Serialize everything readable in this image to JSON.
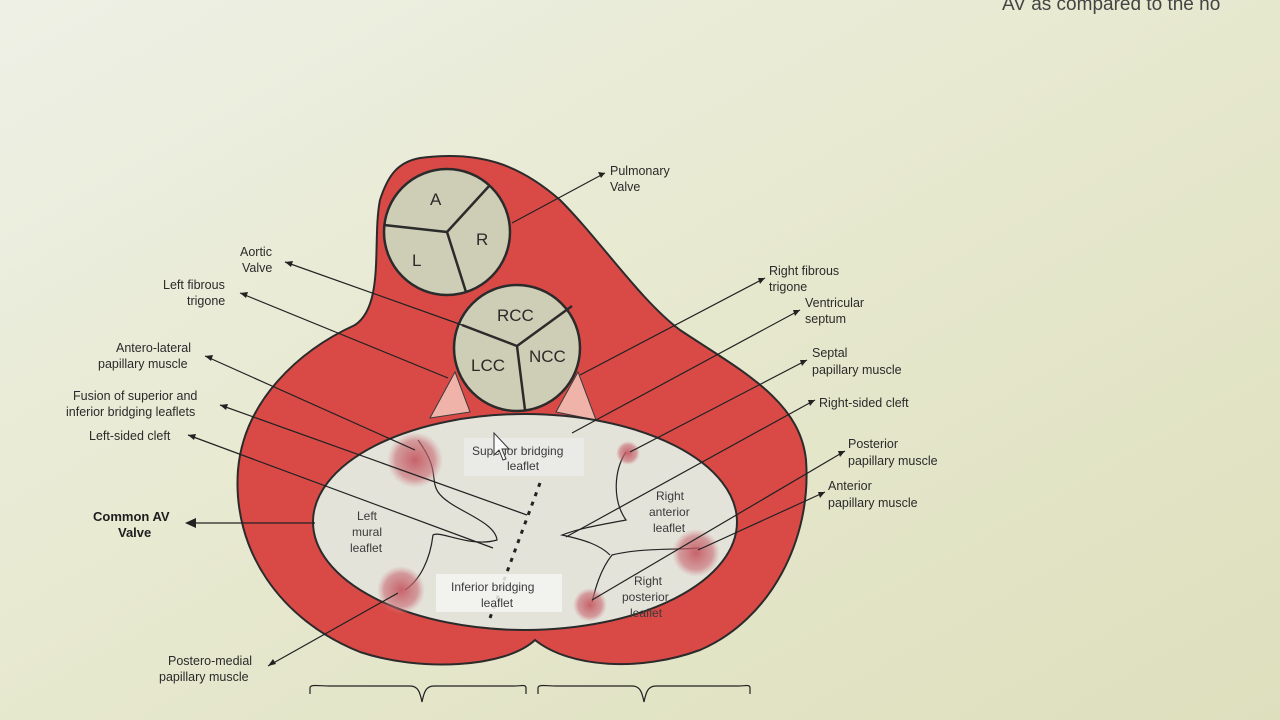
{
  "top_text": "AV as compared to the no",
  "valves": {
    "pulmonary_cusps": [
      "A",
      "R",
      "L"
    ],
    "aortic_cusps": [
      "RCC",
      "NCC",
      "LCC"
    ]
  },
  "inner_labels": {
    "superior_bridging": [
      "Superior bridging",
      "leaflet"
    ],
    "inferior_bridging": [
      "Inferior bridging",
      "leaflet"
    ],
    "left_mural": [
      "Left",
      "mural",
      "leaflet"
    ],
    "right_anterior": [
      "Right",
      "anterior",
      "leaflet"
    ],
    "right_posterior": [
      "Right",
      "posterior",
      "leaflet"
    ]
  },
  "labels_left": {
    "aortic_valve": [
      "Aortic",
      "Valve"
    ],
    "left_fibrous_trigone": [
      "Left fibrous",
      "trigone"
    ],
    "antero_lateral_papillary": [
      "Antero-lateral",
      "papillary muscle"
    ],
    "fusion_bridging": [
      "Fusion of superior and",
      "inferior bridging leaflets"
    ],
    "left_sided_cleft": [
      "Left-sided cleft"
    ],
    "common_av_valve": [
      "Common AV",
      "Valve"
    ],
    "postero_medial_papillary": [
      "Postero-medial",
      "papillary muscle"
    ]
  },
  "labels_right": {
    "pulmonary_valve": [
      "Pulmonary",
      "Valve"
    ],
    "right_fibrous_trigone": [
      "Right fibrous",
      "trigone"
    ],
    "ventricular_septum": [
      "Ventricular",
      "septum"
    ],
    "septal_papillary": [
      "Septal",
      "papillary muscle"
    ],
    "right_sided_cleft": [
      "Right-sided cleft"
    ],
    "posterior_papillary": [
      "Posterior",
      "papillary muscle"
    ],
    "anterior_papillary": [
      "Anterior",
      "papillary muscle"
    ]
  },
  "colors": {
    "paper": "#e9e8d2",
    "myocardium": "#d94a47",
    "valve_fill": "#ceceb6",
    "orifice_fill": "#e3e3da",
    "papillary": "#c0606a"
  }
}
